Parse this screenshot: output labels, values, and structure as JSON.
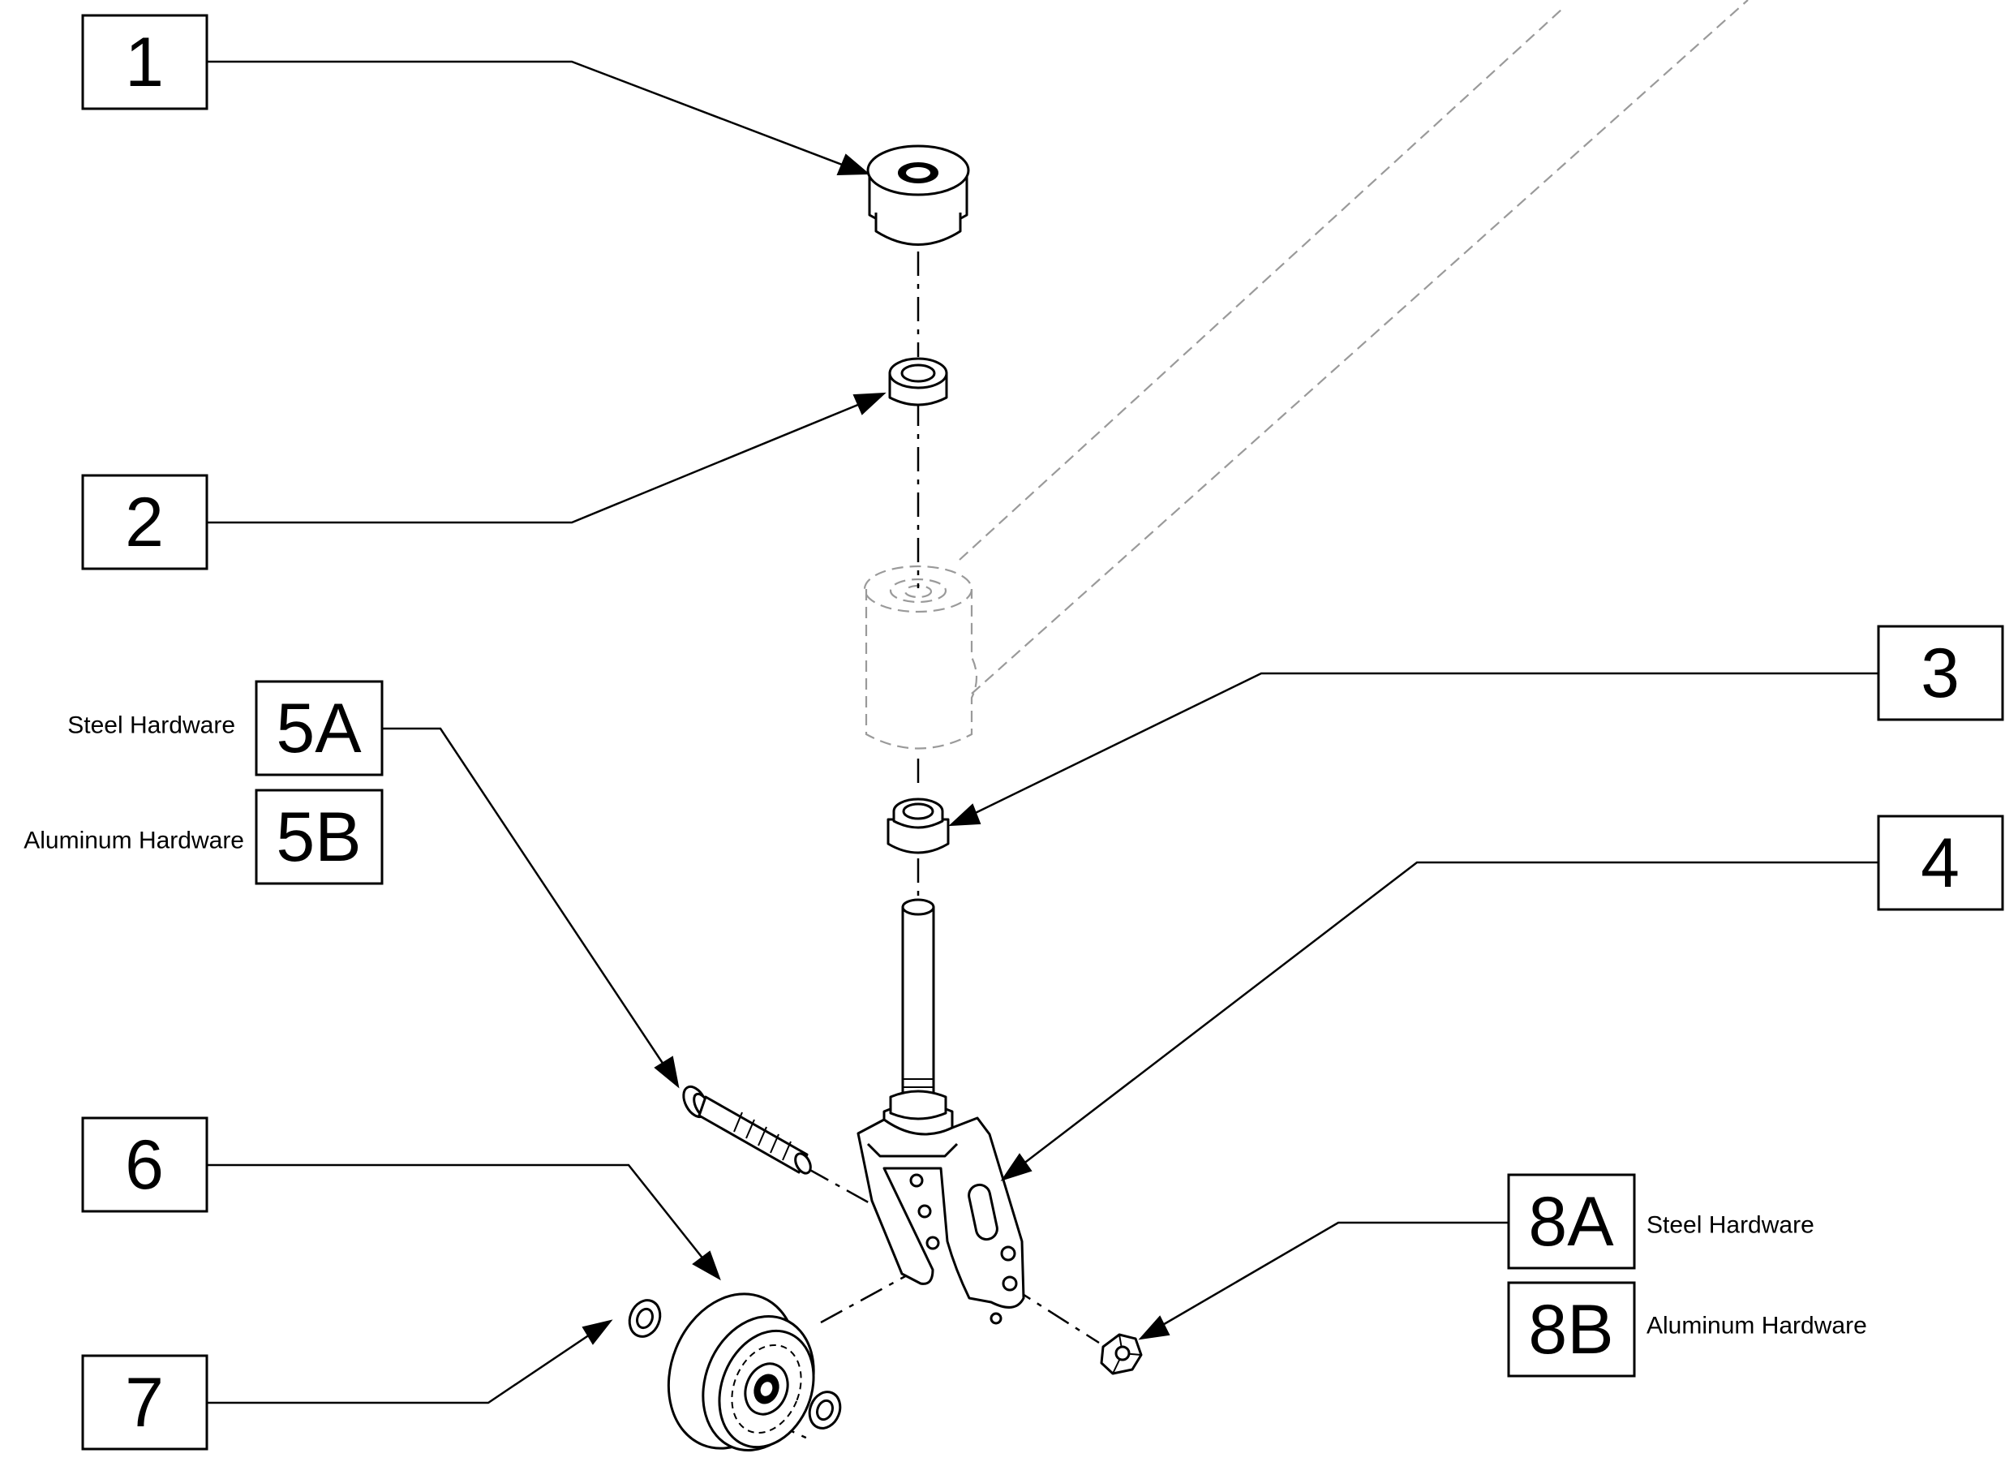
{
  "callouts": [
    {
      "id": "1",
      "label": "1"
    },
    {
      "id": "2",
      "label": "2"
    },
    {
      "id": "3",
      "label": "3"
    },
    {
      "id": "4",
      "label": "4"
    },
    {
      "id": "5A",
      "label": "5A",
      "side_text": "Steel Hardware"
    },
    {
      "id": "5B",
      "label": "5B",
      "side_text": "Aluminum Hardware"
    },
    {
      "id": "6",
      "label": "6"
    },
    {
      "id": "7",
      "label": "7"
    },
    {
      "id": "8A",
      "label": "8A",
      "side_text": "Steel Hardware"
    },
    {
      "id": "8B",
      "label": "8B",
      "side_text": "Aluminum Hardware"
    }
  ],
  "colors": {
    "line": "#000000",
    "ghost": "#9a9a9a",
    "background": "#ffffff"
  }
}
